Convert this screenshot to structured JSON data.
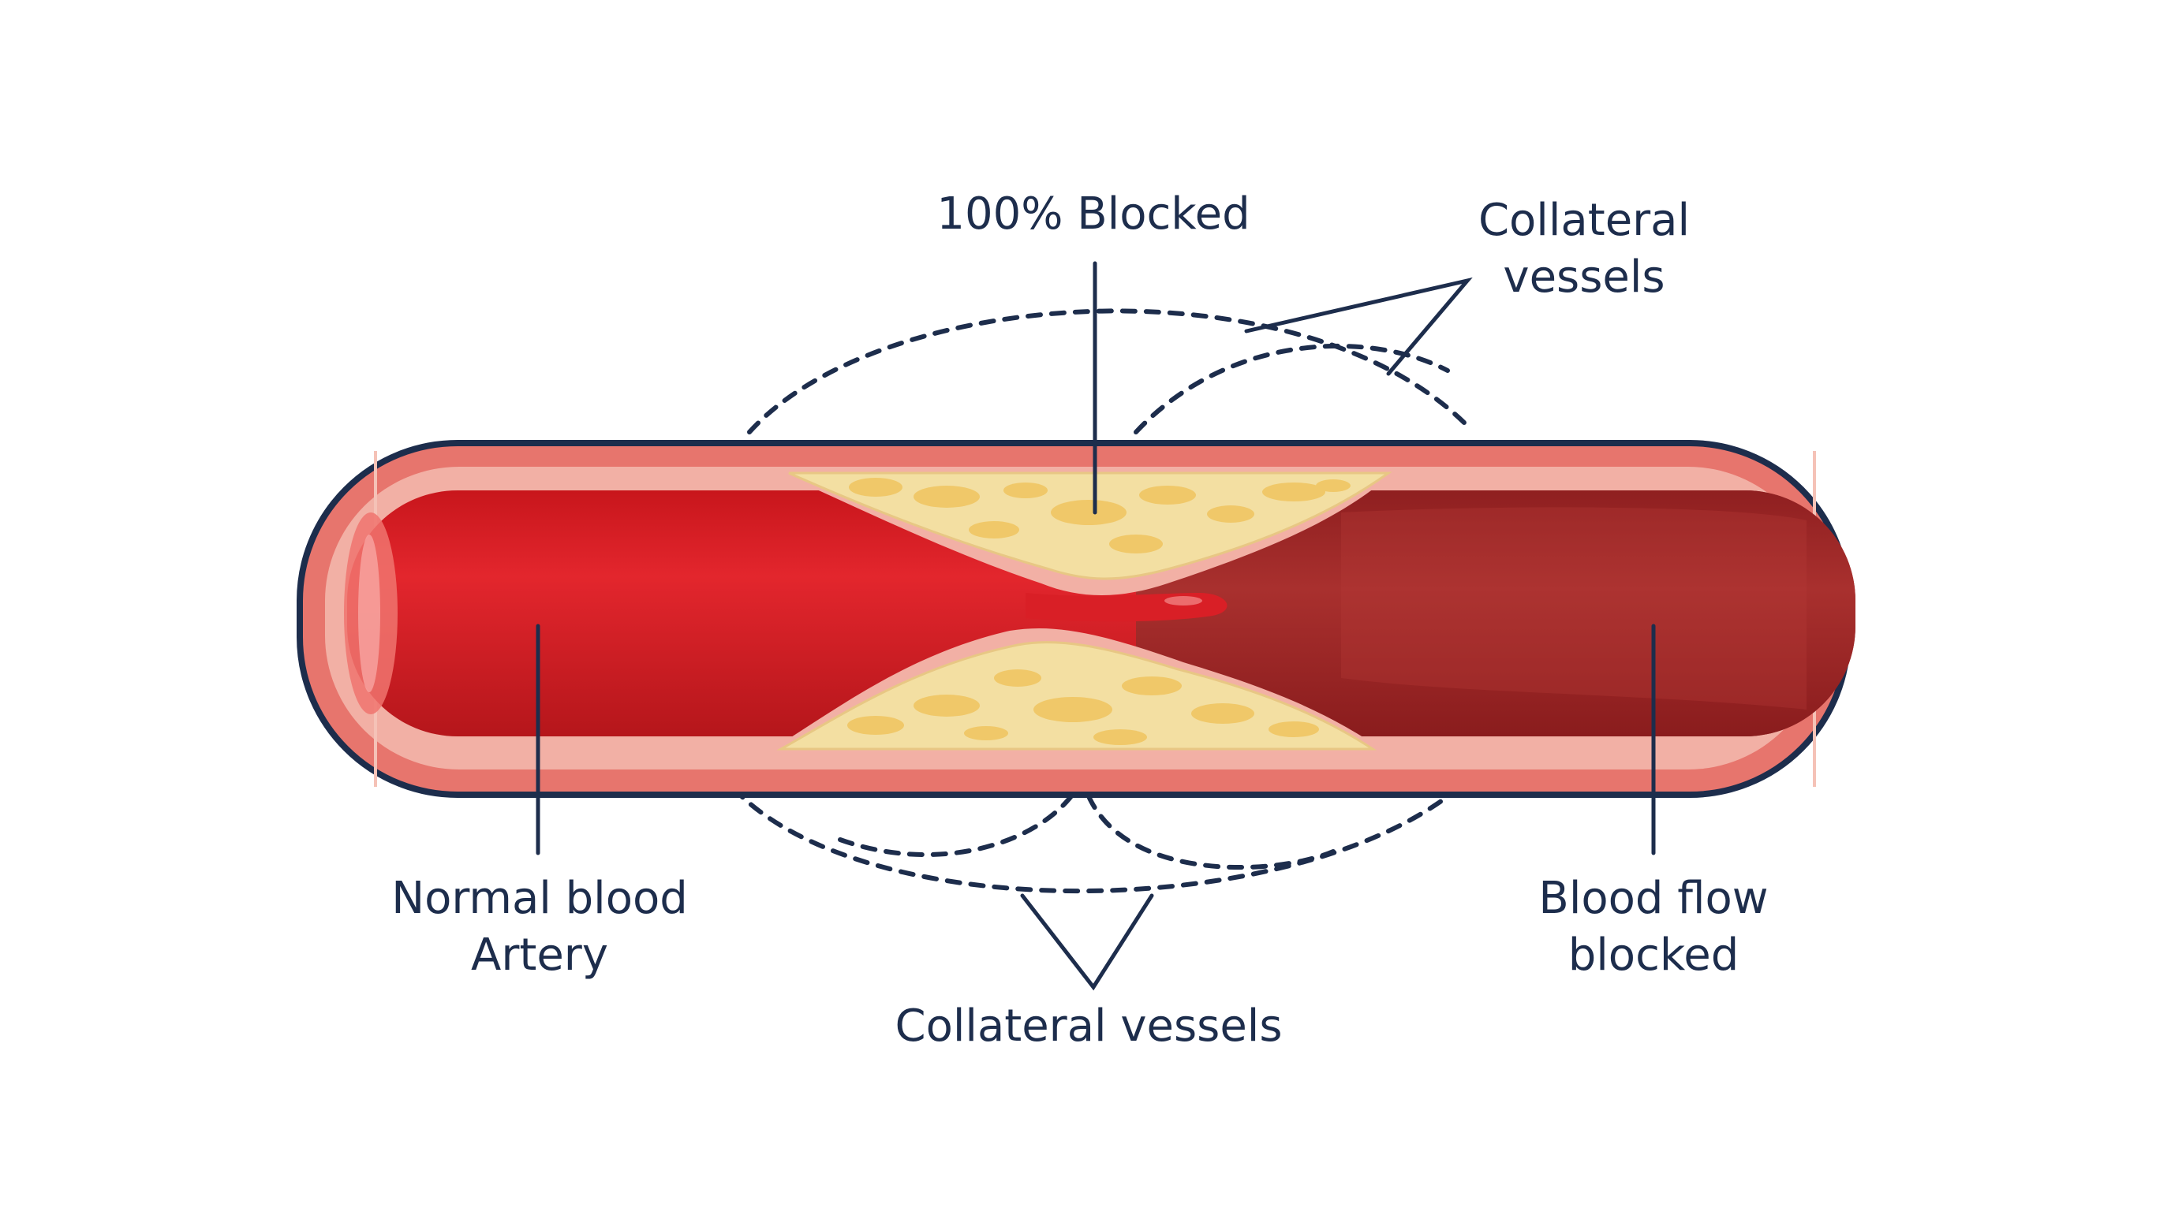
{
  "labels": {
    "blocked": "100% Blocked",
    "collateral_top": [
      "Collateral",
      "vessels"
    ],
    "normal": [
      "Normal blood",
      "Artery"
    ],
    "blocked_flow": [
      "Blood flow",
      "blocked"
    ],
    "collateral_bottom": "Collateral vessels"
  },
  "colors": {
    "outline": "#1d2d4c",
    "wall": "#e7756d",
    "wall_inner": "#f2b0a5",
    "blood": "#d91f26",
    "blood_dark": "#a52a2a",
    "plaque": "#f3dfa2",
    "plaque_spots": "#f0c869"
  }
}
